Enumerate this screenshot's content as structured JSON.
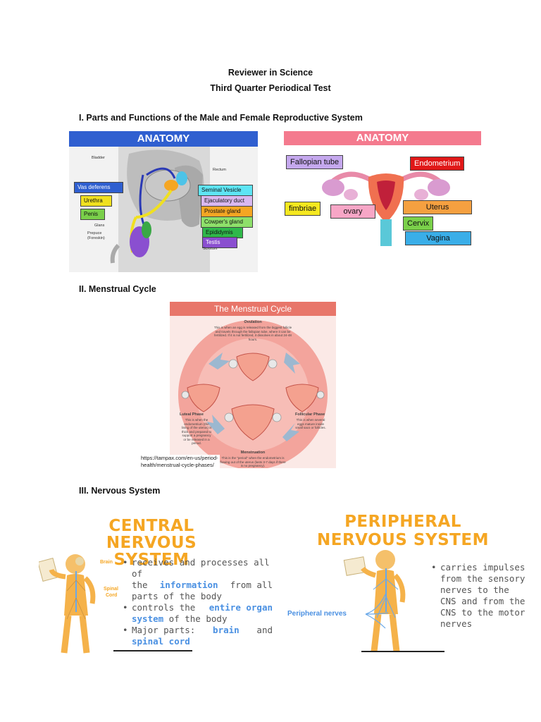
{
  "header": {
    "line1": "Reviewer in Science",
    "line2": "Third Quarter Periodical Test"
  },
  "section1": {
    "heading": "I. Parts and Functions of the Male and Female Reproductive System",
    "male": {
      "banner": "ANATOMY",
      "labels": {
        "bladder": "Bladder",
        "rectum": "Rectum",
        "vas_deferens": "Vas deferens",
        "urethra": "Urethra",
        "penis": "Penis",
        "glans": "Glans",
        "prepuce": "Prepuce",
        "foreskin": "(Foreskin)",
        "seminal_vesicle": "Seminal Vesicle",
        "ejaculatory_duct": "Ejaculatory duct",
        "prostate_gland": "Prostate gland",
        "cowpers_gland": "Cowper's gland",
        "epididymis": "Epididymis",
        "testis": "Testis",
        "scrotum": "Scrotum"
      }
    },
    "female": {
      "banner": "ANATOMY",
      "labels": {
        "fallopian_tube": "Fallopian tube",
        "endometrium": "Endometrium",
        "fimbriae": "fimbriae",
        "ovary": "ovary",
        "uterus": "Uterus",
        "cervix": "Cervix",
        "vagina": "Vagina"
      }
    }
  },
  "section2": {
    "heading": "II. Menstrual Cycle",
    "figure": {
      "title": "The Menstrual Cycle",
      "ovulation_title": "Ovulation",
      "ovulation_text": "This is when an egg is released from the biggest follicle and travels through the fallopian tube, where it can be fertilized. If it is not fertilized, it dissolves in about 24-48 hours.",
      "luteal_title": "Luteal Phase",
      "luteal_text": "This is when the endometrium (the lining of the uterus) is thick and prepared to support a pregnancy or be released in a period.",
      "follicular_title": "Follicular Phase",
      "follicular_text": "This is when several eggs mature inside small sacs or follicles.",
      "menstruation_title": "Menstruation",
      "menstruation_text": "This is the \"period\" when the endometrium is flowing out of the uterus (lasts 3-7 days if there is no pregnancy)."
    },
    "source_line1": "https://tampax.com/en-us/period-",
    "source_line2": "health/menstrual-cycle-phases/"
  },
  "section3": {
    "heading": "III. Nervous System",
    "cns": {
      "title1": "CENTRAL",
      "title2": "NERVOUS SYSTEM",
      "label_brain": "Brain",
      "label_spinal": "Spinal",
      "label_cord": "Cord",
      "b1_line1": "receives and processes all of",
      "b1_the": "the",
      "b1_info": "information",
      "b1_from": "from all",
      "b1_line3": "parts of the body",
      "b2_a": "controls the",
      "b2_hl1": "entire organ",
      "b2_hl2": "system",
      "b2_rest": " of the body",
      "b3_a": "Major parts:",
      "b3_brain": "brain",
      "b3_and": "and",
      "b3_spinal": "spinal cord"
    },
    "pns": {
      "title1": "PERIPHERAL",
      "title2": "NERVOUS SYSTEM",
      "label_nerves": "Peripheral nerves",
      "lines": [
        "carries impulses",
        "from the sensory",
        "nerves to the",
        "CNS and from the",
        "CNS to the motor",
        "nerves"
      ]
    }
  }
}
